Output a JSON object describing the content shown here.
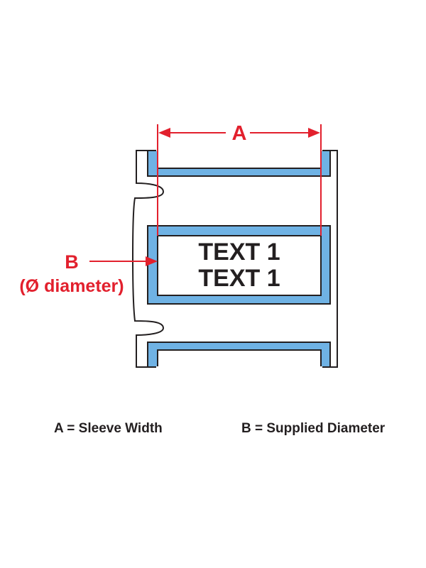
{
  "diagram": {
    "dimension_a_label": "A",
    "dimension_b_label": "B",
    "dimension_b_sublabel": "(Ø diameter)",
    "label_line_1": "TEXT 1",
    "label_line_2": "TEXT 1"
  },
  "legend": {
    "a": "A = Sleeve Width",
    "b": "B = Supplied Diameter"
  },
  "colors": {
    "accent_red": "#e2202d",
    "sleeve_blue": "#6fb2e4",
    "outline": "#231f20",
    "background": "#ffffff"
  }
}
